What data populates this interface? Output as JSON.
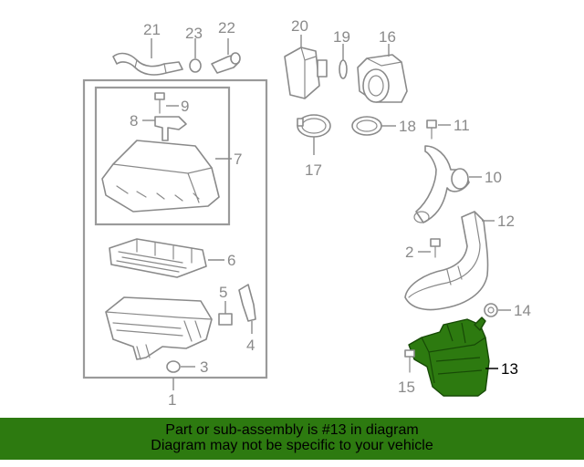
{
  "diagram": {
    "callouts": {
      "c1": "1",
      "c2": "2",
      "c3": "3",
      "c4": "4",
      "c5": "5",
      "c6": "6",
      "c7": "7",
      "c8": "8",
      "c9": "9",
      "c10": "10",
      "c11": "11",
      "c12": "12",
      "c13": "13",
      "c14": "14",
      "c15": "15",
      "c16": "16",
      "c17": "17",
      "c18": "18",
      "c19": "19",
      "c20": "20",
      "c21": "21",
      "c22": "22",
      "c23": "23"
    },
    "highlighted_part": "13",
    "highlight_color": "#2d7a10"
  },
  "banner": {
    "line1": "Part or sub-assembly is #13 in diagram",
    "line2": "Diagram may not be specific to your vehicle",
    "background": "#2d7a10"
  }
}
